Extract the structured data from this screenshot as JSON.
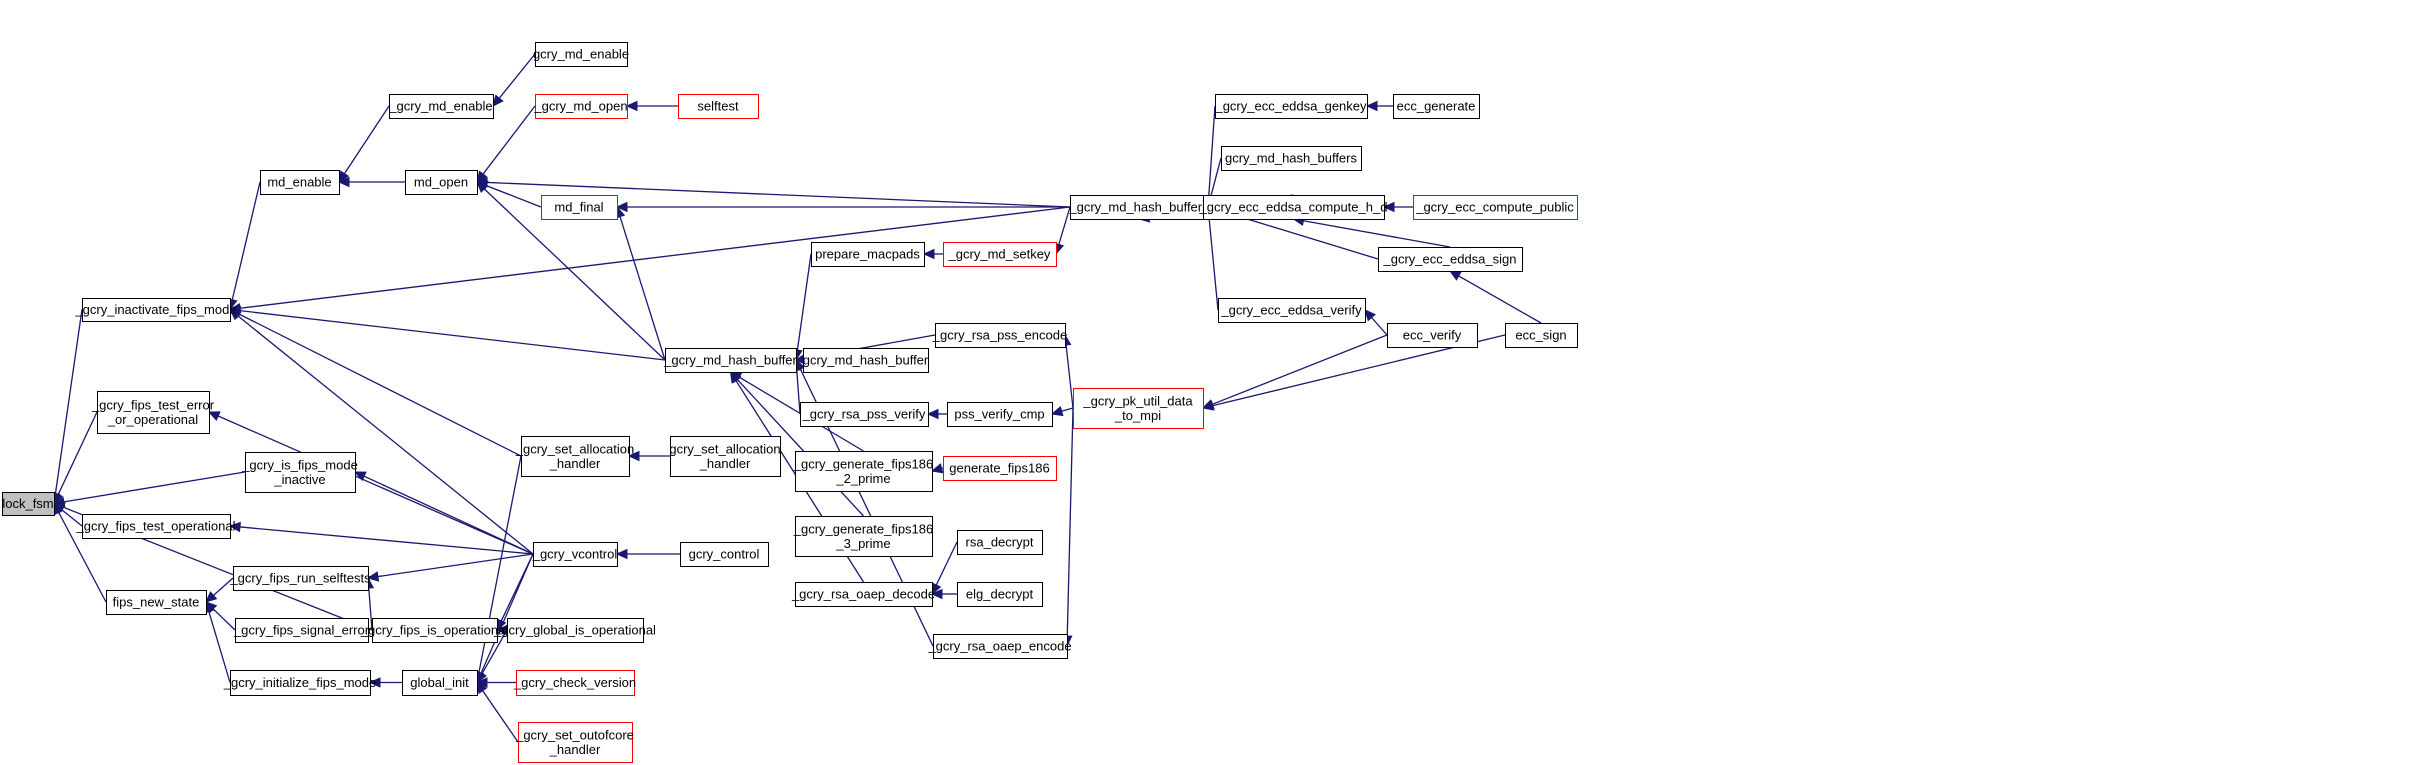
{
  "colors": {
    "edge": "#191970",
    "node_border": "#000000",
    "node_border_truncated": "#ff0000",
    "focus_fill": "#bfbfbf",
    "node_fill": "#ffffff"
  },
  "nodes": {
    "lock_fsm": {
      "lines": [
        "lock_fsm"
      ],
      "focus": true
    },
    "gcry_inactivate_fips_mode": {
      "lines": [
        "_gcry_inactivate_fips_mode"
      ]
    },
    "gcry_fips_test_error_or_operational": {
      "lines": [
        "_gcry_fips_test_error",
        "_or_operational"
      ]
    },
    "gcry_fips_test_operational": {
      "lines": [
        "_gcry_fips_test_operational"
      ]
    },
    "fips_new_state": {
      "lines": [
        "fips_new_state"
      ]
    },
    "md_enable": {
      "lines": [
        "md_enable"
      ]
    },
    "gcry_is_fips_mode_inactive": {
      "lines": [
        "_gcry_is_fips_mode",
        "_inactive"
      ]
    },
    "gcry_fips_run_selftests": {
      "lines": [
        "_gcry_fips_run_selftests"
      ]
    },
    "gcry_fips_signal_error": {
      "lines": [
        "_gcry_fips_signal_error"
      ]
    },
    "gcry_initialize_fips_mode": {
      "lines": [
        "_gcry_initialize_fips_mode"
      ]
    },
    "gcry_md_enable_internal": {
      "lines": [
        "_gcry_md_enable"
      ]
    },
    "md_open": {
      "lines": [
        "md_open"
      ]
    },
    "gcry_fips_is_operational": {
      "lines": [
        "_gcry_fips_is_operational"
      ]
    },
    "global_init": {
      "lines": [
        "global_init"
      ]
    },
    "gcry_md_enable": {
      "lines": [
        "gcry_md_enable"
      ]
    },
    "gcry_md_open": {
      "lines": [
        "_gcry_md_open"
      ],
      "truncated": true
    },
    "md_final": {
      "lines": [
        "md_final"
      ],
      "truncated": true
    },
    "gcry_set_allocation_handler_internal": {
      "lines": [
        "_gcry_set_allocation",
        "_handler"
      ]
    },
    "gcry_vcontrol": {
      "lines": [
        "_gcry_vcontrol"
      ]
    },
    "gcry_global_is_operational": {
      "lines": [
        "_gcry_global_is_operational"
      ]
    },
    "gcry_check_version": {
      "lines": [
        "_gcry_check_version"
      ],
      "truncated": true
    },
    "gcry_set_outofcore_handler": {
      "lines": [
        "_gcry_set_outofcore",
        "_handler"
      ],
      "truncated": true
    },
    "gcry_md_hash_buffer_internal": {
      "lines": [
        "_gcry_md_hash_buffer"
      ]
    },
    "gcry_set_allocation_handler": {
      "lines": [
        "gcry_set_allocation",
        "_handler"
      ]
    },
    "gcry_control": {
      "lines": [
        "gcry_control"
      ]
    },
    "selftest": {
      "lines": [
        "selftest"
      ],
      "truncated": true
    },
    "prepare_macpads": {
      "lines": [
        "prepare_macpads"
      ]
    },
    "gcry_md_hash_buffer": {
      "lines": [
        "gcry_md_hash_buffer"
      ]
    },
    "gcry_rsa_pss_verify": {
      "lines": [
        "_gcry_rsa_pss_verify"
      ]
    },
    "gcry_generate_fips186_2_prime": {
      "lines": [
        "_gcry_generate_fips186",
        "_2_prime"
      ]
    },
    "gcry_generate_fips186_3_prime": {
      "lines": [
        "_gcry_generate_fips186",
        "_3_prime"
      ]
    },
    "gcry_rsa_oaep_decode": {
      "lines": [
        "_gcry_rsa_oaep_decode"
      ]
    },
    "gcry_rsa_pss_encode": {
      "lines": [
        "_gcry_rsa_pss_encode"
      ]
    },
    "gcry_md_setkey": {
      "lines": [
        "_gcry_md_setkey"
      ],
      "truncated": true
    },
    "pss_verify_cmp": {
      "lines": [
        "pss_verify_cmp"
      ]
    },
    "generate_fips186": {
      "lines": [
        "generate_fips186"
      ],
      "truncated": true
    },
    "rsa_decrypt": {
      "lines": [
        "rsa_decrypt"
      ]
    },
    "elg_decrypt": {
      "lines": [
        "elg_decrypt"
      ]
    },
    "gcry_rsa_oaep_encode": {
      "lines": [
        "_gcry_rsa_oaep_encode"
      ]
    },
    "gcry_md_hash_buffers_internal": {
      "lines": [
        "_gcry_md_hash_buffers"
      ]
    },
    "gcry_pk_util_data_to_mpi": {
      "lines": [
        "_gcry_pk_util_data",
        "_to_mpi"
      ],
      "truncated": true
    },
    "gcry_ecc_eddsa_genkey": {
      "lines": [
        "_gcry_ecc_eddsa_genkey"
      ]
    },
    "gcry_md_hash_buffers": {
      "lines": [
        "gcry_md_hash_buffers"
      ]
    },
    "gcry_ecc_eddsa_compute_h_d": {
      "lines": [
        "_gcry_ecc_eddsa_compute_h_d"
      ]
    },
    "gcry_ecc_eddsa_verify": {
      "lines": [
        "_gcry_ecc_eddsa_verify"
      ]
    },
    "ecc_generate": {
      "lines": [
        "ecc_generate"
      ]
    },
    "gcry_ecc_compute_public": {
      "lines": [
        "_gcry_ecc_compute_public"
      ],
      "truncated": true
    },
    "gcry_ecc_eddsa_sign": {
      "lines": [
        "_gcry_ecc_eddsa_sign"
      ]
    },
    "ecc_verify": {
      "lines": [
        "ecc_verify"
      ]
    },
    "ecc_sign": {
      "lines": [
        "ecc_sign"
      ]
    }
  },
  "edges": [
    {
      "from": "gcry_inactivate_fips_mode",
      "to": "lock_fsm"
    },
    {
      "from": "gcry_fips_test_error_or_operational",
      "to": "lock_fsm"
    },
    {
      "from": "gcry_is_fips_mode_inactive",
      "to": "lock_fsm"
    },
    {
      "from": "gcry_fips_test_operational",
      "to": "lock_fsm"
    },
    {
      "from": "fips_new_state",
      "to": "lock_fsm"
    },
    {
      "from": "gcry_fips_is_operational",
      "to": "lock_fsm"
    },
    {
      "from": "md_enable",
      "to": "gcry_inactivate_fips_mode"
    },
    {
      "from": "gcry_md_hash_buffers_internal",
      "to": "gcry_inactivate_fips_mode"
    },
    {
      "from": "gcry_md_hash_buffer_internal",
      "to": "gcry_inactivate_fips_mode"
    },
    {
      "from": "gcry_set_allocation_handler_internal",
      "to": "gcry_inactivate_fips_mode"
    },
    {
      "from": "gcry_vcontrol",
      "to": "gcry_inactivate_fips_mode"
    },
    {
      "from": "gcry_vcontrol",
      "to": "gcry_fips_test_error_or_operational"
    },
    {
      "from": "gcry_vcontrol",
      "to": "gcry_is_fips_mode_inactive"
    },
    {
      "from": "gcry_vcontrol",
      "to": "gcry_fips_test_operational"
    },
    {
      "from": "gcry_vcontrol",
      "to": "gcry_fips_run_selftests"
    },
    {
      "from": "gcry_fips_run_selftests",
      "to": "fips_new_state"
    },
    {
      "from": "gcry_fips_signal_error",
      "to": "fips_new_state"
    },
    {
      "from": "gcry_initialize_fips_mode",
      "to": "fips_new_state"
    },
    {
      "from": "gcry_fips_is_operational",
      "to": "gcry_fips_run_selftests"
    },
    {
      "from": "global_init",
      "to": "gcry_initialize_fips_mode"
    },
    {
      "from": "gcry_vcontrol",
      "to": "gcry_fips_is_operational"
    },
    {
      "from": "gcry_global_is_operational",
      "to": "gcry_fips_is_operational"
    },
    {
      "from": "gcry_set_allocation_handler_internal",
      "to": "global_init"
    },
    {
      "from": "gcry_vcontrol",
      "to": "global_init"
    },
    {
      "from": "gcry_global_is_operational",
      "to": "global_init"
    },
    {
      "from": "gcry_check_version",
      "to": "global_init"
    },
    {
      "from": "gcry_set_outofcore_handler",
      "to": "global_init"
    },
    {
      "from": "gcry_md_enable_internal",
      "to": "md_enable"
    },
    {
      "from": "md_open",
      "to": "md_enable"
    },
    {
      "from": "gcry_md_enable",
      "to": "gcry_md_enable_internal"
    },
    {
      "from": "gcry_md_open",
      "to": "md_open"
    },
    {
      "from": "gcry_md_hash_buffers_internal",
      "to": "md_open"
    },
    {
      "from": "md_final",
      "to": "md_open"
    },
    {
      "from": "gcry_md_hash_buffer_internal",
      "to": "md_open"
    },
    {
      "from": "selftest",
      "to": "gcry_md_open"
    },
    {
      "from": "gcry_md_hash_buffers_internal",
      "to": "md_final"
    },
    {
      "from": "gcry_md_hash_buffer_internal",
      "to": "md_final"
    },
    {
      "from": "gcry_set_allocation_handler",
      "to": "gcry_set_allocation_handler_internal"
    },
    {
      "from": "gcry_control",
      "to": "gcry_vcontrol"
    },
    {
      "from": "prepare_macpads",
      "to": "gcry_md_hash_buffer_internal"
    },
    {
      "from": "gcry_rsa_pss_encode",
      "to": "gcry_md_hash_buffer_internal"
    },
    {
      "from": "gcry_md_hash_buffer",
      "to": "gcry_md_hash_buffer_internal"
    },
    {
      "from": "gcry_rsa_pss_verify",
      "to": "gcry_md_hash_buffer_internal"
    },
    {
      "from": "gcry_generate_fips186_2_prime",
      "to": "gcry_md_hash_buffer_internal"
    },
    {
      "from": "gcry_generate_fips186_3_prime",
      "to": "gcry_md_hash_buffer_internal"
    },
    {
      "from": "gcry_rsa_oaep_decode",
      "to": "gcry_md_hash_buffer_internal"
    },
    {
      "from": "gcry_rsa_oaep_encode",
      "to": "gcry_md_hash_buffer_internal"
    },
    {
      "from": "gcry_md_setkey",
      "to": "prepare_macpads"
    },
    {
      "from": "pss_verify_cmp",
      "to": "gcry_rsa_pss_verify"
    },
    {
      "from": "generate_fips186",
      "to": "gcry_generate_fips186_2_prime"
    },
    {
      "from": "rsa_decrypt",
      "to": "gcry_rsa_oaep_decode"
    },
    {
      "from": "elg_decrypt",
      "to": "gcry_rsa_oaep_decode"
    },
    {
      "from": "gcry_pk_util_data_to_mpi",
      "to": "gcry_rsa_pss_encode"
    },
    {
      "from": "gcry_pk_util_data_to_mpi",
      "to": "pss_verify_cmp"
    },
    {
      "from": "gcry_pk_util_data_to_mpi",
      "to": "gcry_rsa_oaep_encode"
    },
    {
      "from": "gcry_md_hash_buffers_internal",
      "to": "gcry_md_setkey"
    },
    {
      "from": "ecc_verify",
      "to": "gcry_pk_util_data_to_mpi"
    },
    {
      "from": "ecc_sign",
      "to": "gcry_pk_util_data_to_mpi"
    },
    {
      "from": "gcry_ecc_eddsa_genkey",
      "to": "gcry_md_hash_buffers_internal"
    },
    {
      "from": "gcry_md_hash_buffers",
      "to": "gcry_md_hash_buffers_internal"
    },
    {
      "from": "gcry_ecc_eddsa_compute_h_d",
      "to": "gcry_md_hash_buffers_internal"
    },
    {
      "from": "gcry_ecc_eddsa_sign",
      "to": "gcry_md_hash_buffers_internal"
    },
    {
      "from": "gcry_ecc_eddsa_verify",
      "to": "gcry_md_hash_buffers_internal"
    },
    {
      "from": "ecc_generate",
      "to": "gcry_ecc_eddsa_genkey"
    },
    {
      "from": "gcry_ecc_compute_public",
      "to": "gcry_ecc_eddsa_compute_h_d"
    },
    {
      "from": "gcry_ecc_eddsa_sign",
      "to": "gcry_ecc_eddsa_compute_h_d"
    },
    {
      "from": "ecc_sign",
      "to": "gcry_ecc_eddsa_sign"
    },
    {
      "from": "ecc_verify",
      "to": "gcry_ecc_eddsa_verify"
    }
  ]
}
